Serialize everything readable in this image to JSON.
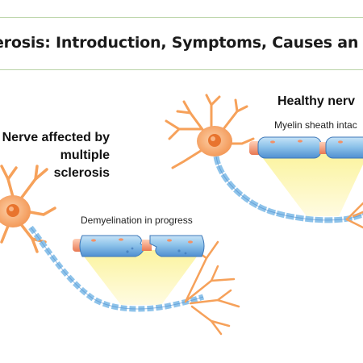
{
  "page": {
    "title": "erosis: Introduction, Symptoms, Causes an",
    "accent_color": "#b9d3a6"
  },
  "diagram": {
    "ms_label_lines": [
      "Nerve affected by",
      "multiple",
      "sclerosis"
    ],
    "healthy_label": "Healthy nerv",
    "myelin_label": "Myelin sheath intac",
    "demyelination_label": "Demyelination in progress",
    "colors": {
      "neuron_body": "#f6a15a",
      "nucleus": "#e8742e",
      "myelin": "#8ec3ea",
      "myelin_dark": "#4f8fd1",
      "axon_band": "#ef8a6f",
      "zoom_cone": "#fbf6a8"
    }
  }
}
